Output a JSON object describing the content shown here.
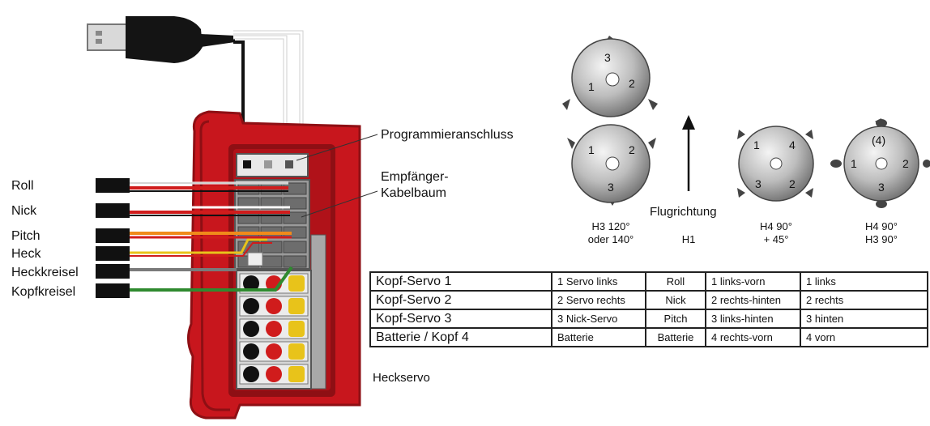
{
  "labels": {
    "programmieranschluss": "Programmieranschluss",
    "empfaenger_line1": "Empfänger-",
    "empfaenger_line2": "Kabelbaum",
    "flugrichtung": "Flugrichtung",
    "heckservo": "Heckservo"
  },
  "cables": [
    "Roll",
    "Nick",
    "Pitch",
    "Heck",
    "Heckkreisel",
    "Kopfkreisel"
  ],
  "swashplates": [
    {
      "id": "h1",
      "caption1": "",
      "caption2": "H1",
      "numbers": [
        "3",
        "1",
        "2"
      ]
    },
    {
      "id": "h3",
      "caption1": "H3 120°",
      "caption2": "oder 140°",
      "numbers": [
        "1",
        "2",
        "3"
      ]
    },
    {
      "id": "h4a",
      "caption1": "H4 90°",
      "caption2": "+ 45°",
      "numbers": [
        "1",
        "4",
        "3",
        "2"
      ]
    },
    {
      "id": "h4b",
      "caption1": "H4 90°",
      "caption2": "H3 90°",
      "numbers": [
        "(4)",
        "1",
        "2",
        "3"
      ]
    }
  ],
  "table": {
    "rows": [
      [
        "Kopf-Servo 1",
        "1 Servo links",
        "Roll",
        "1 links-vorn",
        "1 links"
      ],
      [
        "Kopf-Servo 2",
        "2 Servo rechts",
        "Nick",
        "2 rechts-hinten",
        "2 rechts"
      ],
      [
        "Kopf-Servo 3",
        "3 Nick-Servo",
        "Pitch",
        "3 links-hinten",
        "3 hinten"
      ],
      [
        "Batterie / Kopf 4",
        "Batterie",
        "Batterie",
        "4 rechts-vorn",
        "4 vorn"
      ]
    ]
  },
  "colors": {
    "housing": "#c8161d",
    "housing_dark": "#8e0f14",
    "wire_red": "#d01c1c",
    "wire_orange": "#f08a1a",
    "wire_yellow": "#e8c31a",
    "wire_gray": "#7a7a7a",
    "wire_green": "#2f8a2f"
  }
}
